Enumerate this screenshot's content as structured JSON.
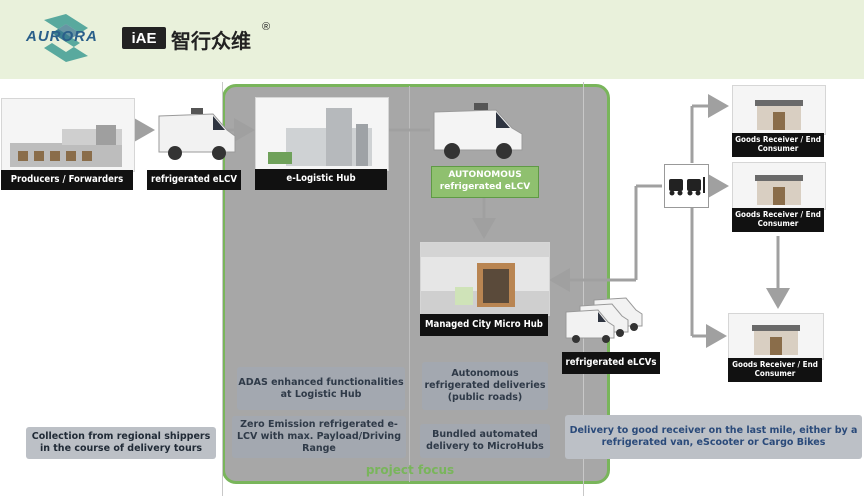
{
  "brand": {
    "aurora": "AURORA",
    "iae": "iAE",
    "cn_name": "智行众维",
    "registered": "®"
  },
  "labels": {
    "producers": "Producers / Forwarders",
    "refrigerated_elcv": "refrigerated eLCV",
    "logistic_hub": "e-Logistic Hub",
    "autonomous_line1": "AUTONOMOUS",
    "autonomous_line2": "refrigerated eLCV",
    "micro_hub": "Managed City Micro Hub",
    "refrigerated_elcvs": "refrigerated eLCVs",
    "receiver_1": "Goods Receiver / End Consumer",
    "receiver_2": "Goods Receiver / End Consumer",
    "receiver_3": "Goods Receiver / End Consumer"
  },
  "notes": {
    "adas": "ADAS enhanced functionalities at Logistic Hub",
    "zero_emission": "Zero Emission refrigerated e-LCV with max. Payload/Driving Range",
    "autonomous_deliveries": "Autonomous refrigerated deliveries (public roads)",
    "bundled": "Bundled automated delivery to MicroHubs",
    "collection": "Collection from regional shippers in the course of delivery tours",
    "last_mile": "Delivery to good receiver on the last mile, either by a refrigerated van, eScooter or Cargo Bikes"
  },
  "project_focus": "project focus",
  "colors": {
    "header_bg": "#e9f1db",
    "focus_border": "#79b55b",
    "focus_fill": "#a7a7a7",
    "autonomous_label": "#8fc06f",
    "label_black": "#111111",
    "note_grey": "#bcc0c6",
    "arrow": "#a0a0a0"
  },
  "icons": [
    "aurora-logo-icon",
    "building-icon",
    "van-icon",
    "warehouse-icon",
    "micro-hub-icon",
    "vehicle-hub-icon",
    "shop-icon"
  ]
}
